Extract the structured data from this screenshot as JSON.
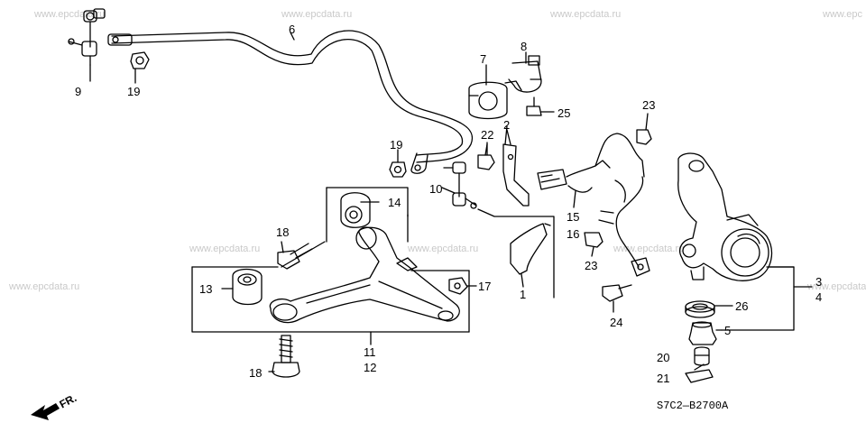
{
  "watermark": "www.epcdata.ru",
  "watermark_partial": "www.epc",
  "diagram_code": "S7C2—B2700A",
  "front_marker": "FR.",
  "callouts": {
    "c1": "1",
    "c2": "2",
    "c3": "3",
    "c4": "4",
    "c5": "5",
    "c6": "6",
    "c7": "7",
    "c8": "8",
    "c9": "9",
    "c10": "10",
    "c11": "11",
    "c12": "12",
    "c13": "13",
    "c14": "14",
    "c15": "15",
    "c16": "16",
    "c17": "17",
    "c18a": "18",
    "c18b": "18",
    "c19a": "19",
    "c19b": "19",
    "c20": "20",
    "c21": "21",
    "c22": "22",
    "c23a": "23",
    "c23b": "23",
    "c24": "24",
    "c25": "25",
    "c26": "26"
  },
  "colors": {
    "line": "#000000",
    "watermark": "#c9c9c9",
    "background": "#ffffff"
  }
}
